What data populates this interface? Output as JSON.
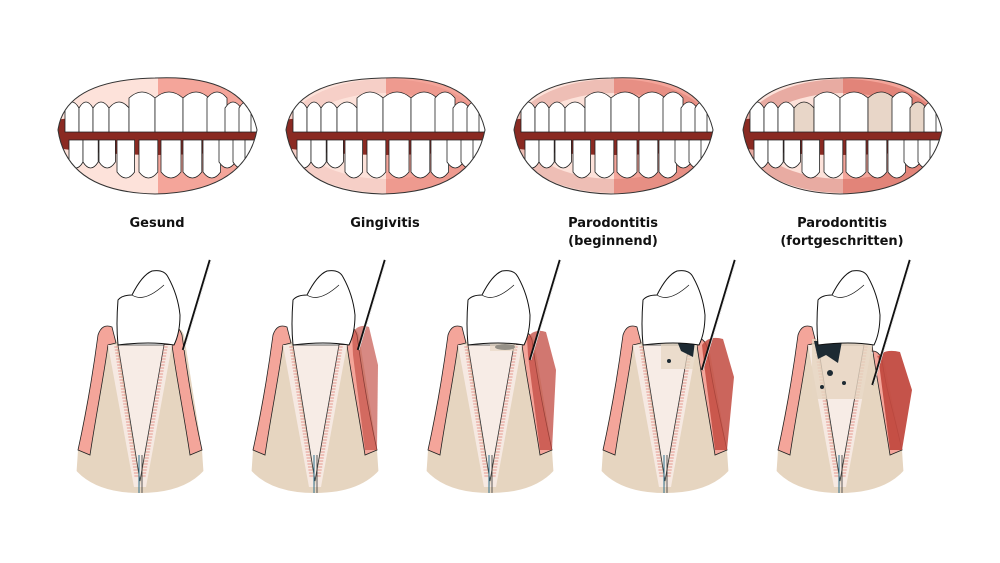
{
  "stages": [
    {
      "label_line1": "Gesund",
      "label_line2": ""
    },
    {
      "label_line1": "Gingivitis",
      "label_line2": ""
    },
    {
      "label_line1": "Parodontitis",
      "label_line2": "(beginnend)"
    },
    {
      "label_line1": "Parodontitis",
      "label_line2": "(fortgeschritten)"
    }
  ],
  "colors": {
    "gum_light": "#fde2da",
    "gum": "#f4a59a",
    "inflamed": "#c24a40",
    "mouth_dark": "#8a2a22",
    "bone": "#e6d5c0",
    "tartar": "#1d2a33"
  }
}
